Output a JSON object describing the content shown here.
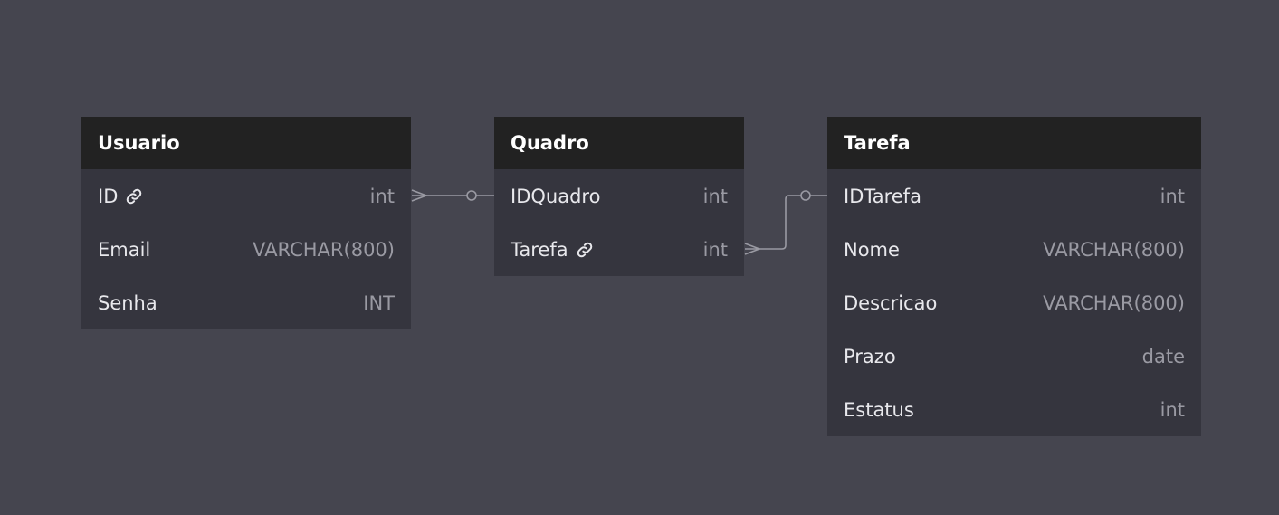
{
  "tables": {
    "usuario": {
      "name": "Usuario",
      "columns": [
        {
          "name": "ID",
          "type": "int",
          "icon": "link-icon"
        },
        {
          "name": "Email",
          "type": "VARCHAR(800)"
        },
        {
          "name": "Senha",
          "type": "INT"
        }
      ]
    },
    "quadro": {
      "name": "Quadro",
      "columns": [
        {
          "name": "IDQuadro",
          "type": "int"
        },
        {
          "name": "Tarefa",
          "type": "int",
          "icon": "link-icon"
        }
      ]
    },
    "tarefa": {
      "name": "Tarefa",
      "columns": [
        {
          "name": "IDTarefa",
          "type": "int"
        },
        {
          "name": "Nome",
          "type": "VARCHAR(800)"
        },
        {
          "name": "Descricao",
          "type": "VARCHAR(800)"
        },
        {
          "name": "Prazo",
          "type": "date"
        },
        {
          "name": "Estatus",
          "type": "int"
        }
      ]
    }
  },
  "relationships": [
    {
      "from": "Usuario.ID",
      "to": "Quadro.IDQuadro",
      "from_end": "crow-foot",
      "to_end": "zero-or-one"
    },
    {
      "from": "Quadro.Tarefa",
      "to": "Tarefa.IDTarefa",
      "from_end": "crow-foot",
      "to_end": "zero-or-one"
    }
  ],
  "colors": {
    "background": "#45454f",
    "header": "#222222",
    "body": "#35353e",
    "name_text": "#e8e8ec",
    "type_text": "#9a9aa3",
    "connector": "#9a9aa3"
  }
}
